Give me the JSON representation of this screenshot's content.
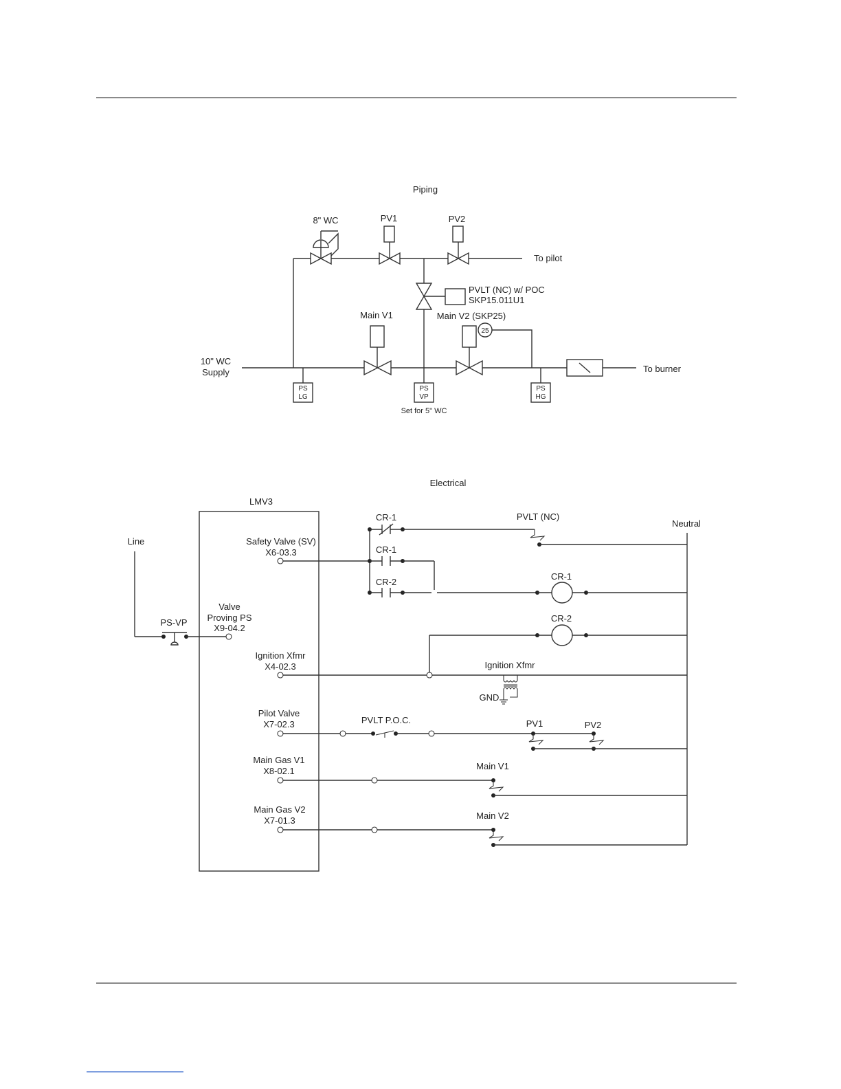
{
  "piping": {
    "title": "Piping",
    "regulator_label": "8\" WC",
    "pv1_label": "PV1",
    "pv2_label": "PV2",
    "to_pilot": "To pilot",
    "pvlt_label_1": "PVLT (NC) w/ POC",
    "pvlt_label_2": "SKP15.011U1",
    "main_v1_label": "Main V1",
    "main_v2_label": "Main V2 (SKP25)",
    "actuator_tag": "25",
    "supply_1": "10\" WC",
    "supply_2": "Supply",
    "to_burner": "To burner",
    "ps_lg": [
      "PS",
      "LG"
    ],
    "ps_vp": [
      "PS",
      "VP"
    ],
    "ps_hg": [
      "PS",
      "HG"
    ],
    "ps_vp_note": "Set for 5\" WC"
  },
  "electrical": {
    "title": "Electrical",
    "controller": "LMV3",
    "line": "Line",
    "neutral": "Neutral",
    "ps_vp": "PS-VP",
    "terminals": {
      "sv": [
        "Safety Valve (SV)",
        "X6-03.3"
      ],
      "vp": [
        "Valve",
        "Proving PS",
        "X9-04.2"
      ],
      "ign": [
        "Ignition Xfmr",
        "X4-02.3"
      ],
      "pilot": [
        "Pilot Valve",
        "X7-02.3"
      ],
      "mv1": [
        "Main Gas V1",
        "X8-02.1"
      ],
      "mv2": [
        "Main Gas V2",
        "X7-01.3"
      ]
    },
    "cr1_contact_nc": "CR-1",
    "cr1_contact_no": "CR-1",
    "cr2_contact_no": "CR-2",
    "pvlt_nc": "PVLT (NC)",
    "cr1_coil": "CR-1",
    "cr2_coil": "CR-2",
    "ign_xfmr": "Ignition Xfmr",
    "gnd": "GND",
    "pvlt_poc": "PVLT P.O.C.",
    "pv1": "PV1",
    "pv2": "PV2",
    "main_v1": "Main V1",
    "main_v2": "Main V2"
  }
}
